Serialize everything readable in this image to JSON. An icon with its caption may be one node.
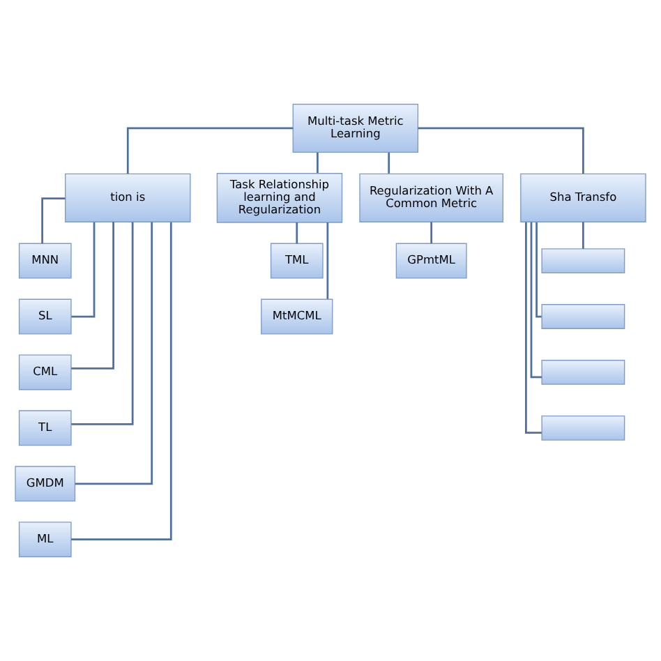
{
  "diagram": {
    "nodes": [
      {
        "text": [
          "Multi-task Metric Learning"
        ]
      },
      {
        "text": [
          "tion is"
        ]
      },
      {
        "text": [
          "Task Relationship learning and Regularization"
        ]
      },
      {
        "text": [
          "Regularization With A Common Metric"
        ]
      },
      {
        "text": [
          "Sha Transfo"
        ]
      },
      {
        "text": [
          "MNN"
        ]
      },
      {
        "text": [
          "SL"
        ]
      },
      {
        "text": [
          "CML"
        ]
      },
      {
        "text": [
          "TL"
        ]
      },
      {
        "text": [
          "GMDM"
        ]
      },
      {
        "text": [
          "ML"
        ]
      },
      {
        "text": [
          "TML"
        ]
      },
      {
        "text": [
          "MtMCML"
        ]
      },
      {
        "text": [
          "GPmtML"
        ]
      },
      {
        "text": [],
        "shape": "box"
      },
      {
        "text": [],
        "shape": "box"
      },
      {
        "text": [],
        "shape": "box"
      },
      {
        "text": [],
        "shape": "box"
      }
    ],
    "edges": [
      {
        "from": 0,
        "to": 1,
        "arrow": "none"
      },
      {
        "from": 0,
        "to": 2,
        "arrow": "none"
      },
      {
        "from": 0,
        "to": 3,
        "arrow": "none"
      },
      {
        "from": 0,
        "to": 4,
        "arrow": "none"
      },
      {
        "from": 1,
        "to": 5,
        "arrow": "none"
      },
      {
        "from": 1,
        "to": 6,
        "arrow": "none"
      },
      {
        "from": 1,
        "to": 7,
        "arrow": "none"
      },
      {
        "from": 1,
        "to": 8,
        "arrow": "none"
      },
      {
        "from": 1,
        "to": 9,
        "arrow": "none"
      },
      {
        "from": 1,
        "to": 10,
        "arrow": "none"
      },
      {
        "from": 2,
        "to": 11,
        "arrow": "none"
      },
      {
        "from": 2,
        "to": 12,
        "arrow": "none"
      },
      {
        "from": 3,
        "to": 13,
        "arrow": "none"
      },
      {
        "from": 4,
        "to": 14,
        "arrow": "none"
      },
      {
        "from": 4,
        "to": 15,
        "arrow": "none"
      },
      {
        "from": 4,
        "to": 16,
        "arrow": "none"
      },
      {
        "from": 4,
        "to": 17,
        "arrow": "none"
      }
    ]
  }
}
